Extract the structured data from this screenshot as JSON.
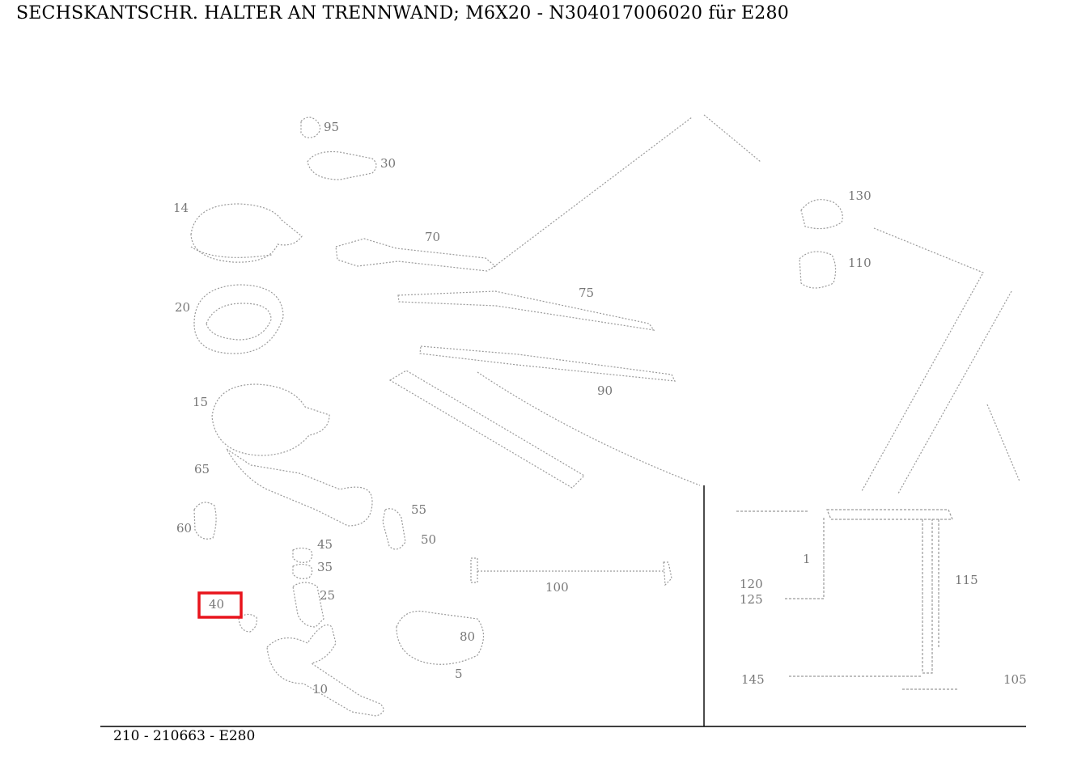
{
  "header": {
    "title": "SECHSKANTSCHR. HALTER AN TRENNWAND; M6X20 - N304017006020 für E280"
  },
  "footer": {
    "ref": "210 - 210663 - E280"
  },
  "highlight": {
    "color": "#e8141c"
  },
  "callouts": {
    "c95": "95",
    "c30": "30",
    "c14": "14",
    "c70": "70",
    "c130": "130",
    "c110": "110",
    "c20": "20",
    "c75": "75",
    "c90": "90",
    "c15": "15",
    "c65": "65",
    "c60": "60",
    "c55": "55",
    "c50": "50",
    "c45": "45",
    "c35": "35",
    "c25": "25",
    "c40": "40",
    "c10": "10",
    "c100": "100",
    "c5": "5",
    "c80": "80",
    "c1": "1",
    "c120": "120",
    "c125": "125",
    "c145": "145",
    "c115": "115",
    "c105": "105"
  }
}
